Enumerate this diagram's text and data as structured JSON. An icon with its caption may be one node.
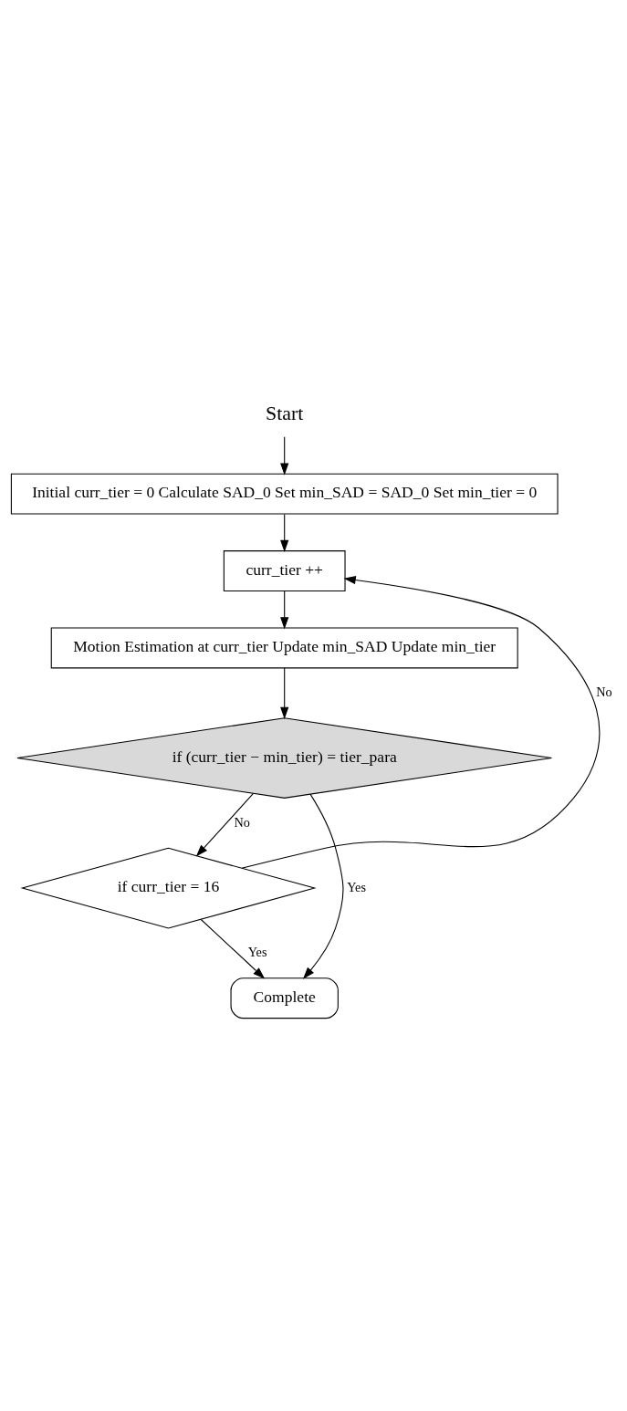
{
  "diagram": {
    "nodes": [
      {
        "text": [
          "Start"
        ]
      },
      {
        "text": [
          "Initial curr_tier = 0 Calculate SAD_0 Set min_SAD = SAD_0 Set min_tier = 0"
        ]
      },
      {
        "text": [
          "curr_tier ++"
        ]
      },
      {
        "text": [
          "Motion Estimation at curr_tier Update min_SAD Update min_tier"
        ]
      },
      {
        "text": [
          "if (curr_tier − min_tier) = tier_para"
        ]
      },
      {
        "text": [
          "if curr_tier = 16"
        ]
      },
      {
        "text": [
          "Complete"
        ]
      }
    ],
    "edges": [
      {
        "from": 0,
        "to": 1,
        "arrow": "to"
      },
      {
        "from": 1,
        "to": 2,
        "arrow": "to"
      },
      {
        "from": 2,
        "to": 3,
        "arrow": "to"
      },
      {
        "from": 3,
        "to": 4,
        "arrow": "to"
      },
      {
        "from": 4,
        "to": 5,
        "arrow": "to",
        "label": "No"
      },
      {
        "from": 4,
        "to": 6,
        "arrow": "to",
        "label": "Yes"
      },
      {
        "from": 5,
        "to": 2,
        "arrow": "to",
        "label": "No"
      },
      {
        "from": 5,
        "to": 6,
        "arrow": "to",
        "label": "Yes"
      }
    ]
  }
}
